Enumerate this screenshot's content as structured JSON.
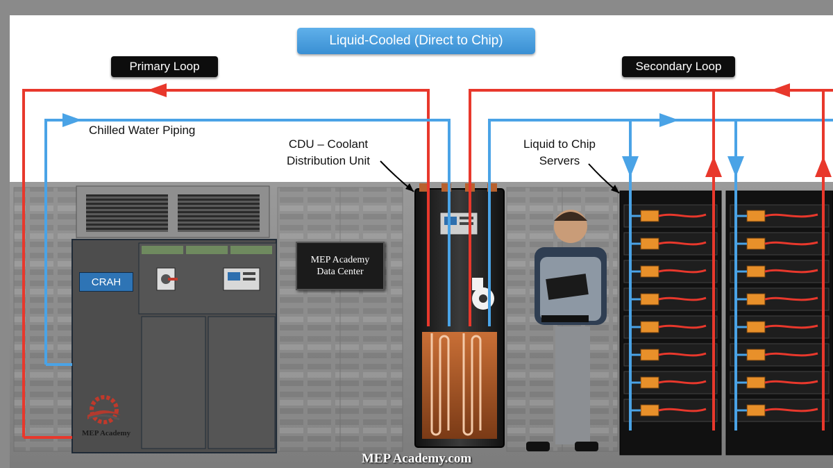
{
  "title": "Liquid-Cooled (Direct to Chip)",
  "primary_loop": "Primary Loop",
  "secondary_loop": "Secondary Loop",
  "chilled_water": "Chilled Water Piping",
  "cdu_label": {
    "line1": "CDU – Coolant",
    "line2": "Distribution Unit"
  },
  "servers_label": {
    "line1": "Liquid to Chip",
    "line2": "Servers"
  },
  "sign": {
    "line1": "MEP Academy",
    "line2": "Data Center"
  },
  "crah": "CRAH",
  "logo": "MEP Academy",
  "footer": "MEP Academy.com",
  "colors": {
    "supply_red": "#e8382c",
    "return_blue": "#4aa3e6",
    "copper": "#b8612e",
    "title_blue": "#3a8fd3"
  },
  "icons": [
    "fan-icon",
    "control-panel-icon",
    "gear-logo-icon",
    "person-technician"
  ]
}
